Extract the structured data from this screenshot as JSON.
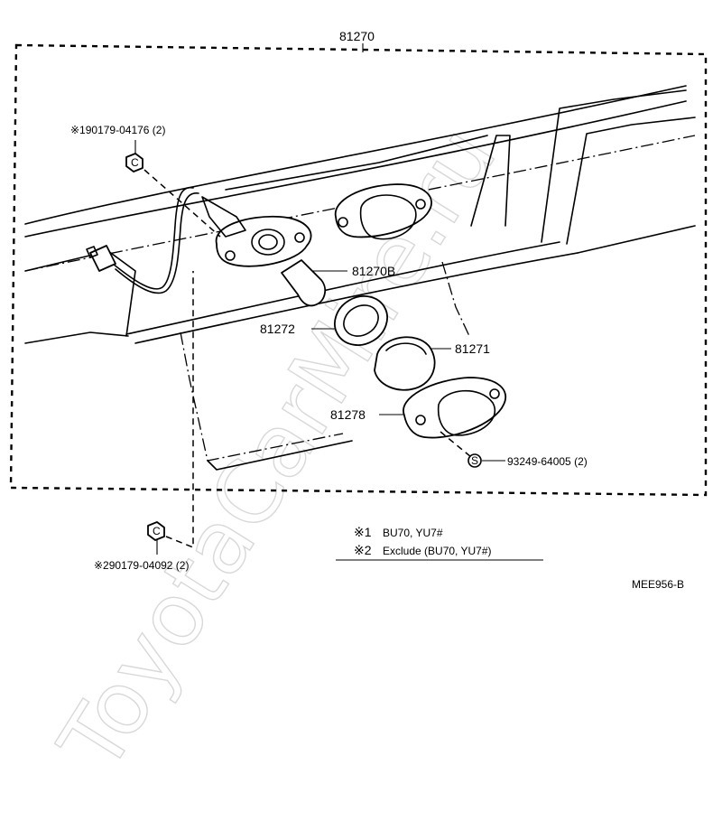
{
  "diagram": {
    "assembly_number": "81270",
    "parts": {
      "bulb": "81270B",
      "gasket": "81272",
      "lens": "81271",
      "housing": "81278",
      "screw": "93249-64005 (2)",
      "screw_symbol": "S"
    },
    "nuts": {
      "upper": "※190179-04176 (2)",
      "lower": "※290179-04092 (2)",
      "nut_symbol": "C"
    },
    "notes": {
      "note1_mark": "※1",
      "note1_text": "BU70, YU7#",
      "note2_mark": "※2",
      "note2_text": "Exclude (BU70, YU7#)"
    },
    "figure_code": "MEE956-B",
    "watermark": "ToyotaCarMire.ru"
  }
}
